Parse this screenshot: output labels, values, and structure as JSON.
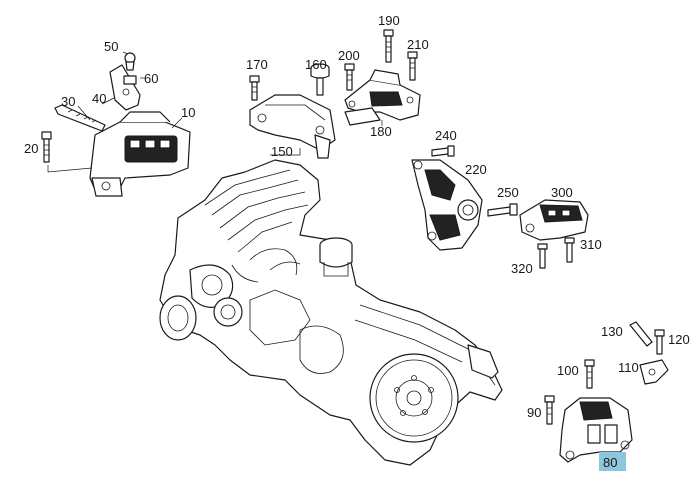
{
  "callouts": [
    {
      "id": "10",
      "text": "10"
    },
    {
      "id": "20",
      "text": "20"
    },
    {
      "id": "30",
      "text": "30"
    },
    {
      "id": "40",
      "text": "40"
    },
    {
      "id": "50",
      "text": "50"
    },
    {
      "id": "60",
      "text": "60"
    },
    {
      "id": "80",
      "text": "80"
    },
    {
      "id": "90",
      "text": "90"
    },
    {
      "id": "100",
      "text": "100"
    },
    {
      "id": "110",
      "text": "110"
    },
    {
      "id": "120",
      "text": "120"
    },
    {
      "id": "130",
      "text": "130"
    },
    {
      "id": "150",
      "text": "150"
    },
    {
      "id": "160",
      "text": "160"
    },
    {
      "id": "170",
      "text": "170"
    },
    {
      "id": "180",
      "text": "180"
    },
    {
      "id": "190",
      "text": "190"
    },
    {
      "id": "200",
      "text": "200"
    },
    {
      "id": "210",
      "text": "210"
    },
    {
      "id": "220",
      "text": "220"
    },
    {
      "id": "240",
      "text": "240"
    },
    {
      "id": "250",
      "text": "250"
    },
    {
      "id": "300",
      "text": "300"
    },
    {
      "id": "310",
      "text": "310"
    },
    {
      "id": "320",
      "text": "320"
    }
  ],
  "highlight_color": "#8cc6df",
  "selected_callout": "80"
}
